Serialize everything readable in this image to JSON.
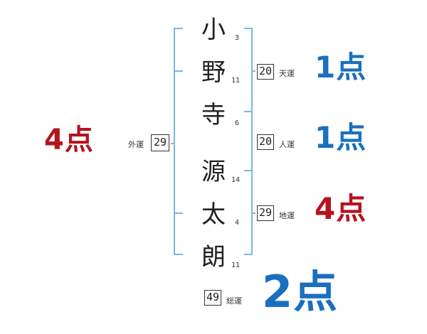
{
  "name_chars": [
    {
      "char": "小",
      "strokes": "3"
    },
    {
      "char": "野",
      "strokes": "11"
    },
    {
      "char": "寺",
      "strokes": "6"
    },
    {
      "char": "源",
      "strokes": "14"
    },
    {
      "char": "太",
      "strokes": "4"
    },
    {
      "char": "朗",
      "strokes": "11"
    }
  ],
  "fortunes": {
    "tenkaku": {
      "label": "天運",
      "value": "20",
      "score": "1点",
      "score_color": "#1a6fc0"
    },
    "jinkaku": {
      "label": "人運",
      "value": "20",
      "score": "1点",
      "score_color": "#1a6fc0"
    },
    "chikaku": {
      "label": "地運",
      "value": "29",
      "score": "4点",
      "score_color": "#b4141e"
    },
    "gaikaku": {
      "label": "外運",
      "value": "29",
      "score": "4点",
      "score_color": "#b4141e"
    },
    "soukaku": {
      "label": "総運",
      "value": "49",
      "score": "2点",
      "score_color": "#1a6fc0"
    }
  },
  "colors": {
    "bracket": "#7ab8e0"
  }
}
